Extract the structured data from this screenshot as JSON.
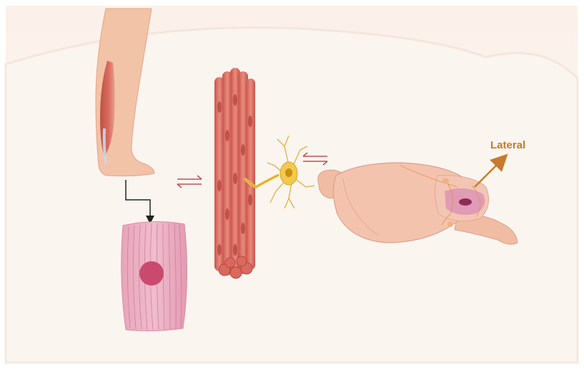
{
  "figure": {
    "annotation_label": "Lateral",
    "colors": {
      "background": "#fbf1ea",
      "muscle": "#e0776a",
      "muscle_dark": "#c9534a",
      "skin": "#f3c8ae",
      "cell": "#e9a7bd",
      "nucleus": "#c94a6e",
      "neuron": "#f2c94c",
      "brain": "#f4c3ad",
      "arrow_red": "#c0504d",
      "lateral_arrow": "#c87a2a",
      "lateral_text": "#c87a2a"
    },
    "panels": [
      {
        "id": "leg",
        "icon": "leg-calf-icon"
      },
      {
        "id": "muscle-cell",
        "icon": "muscle-cell-icon"
      },
      {
        "id": "muscle-fiber-bundle",
        "icon": "muscle-fiber-bundle-icon"
      },
      {
        "id": "neuron",
        "icon": "neuron-icon"
      },
      {
        "id": "brain",
        "icon": "brain-icon"
      }
    ]
  }
}
